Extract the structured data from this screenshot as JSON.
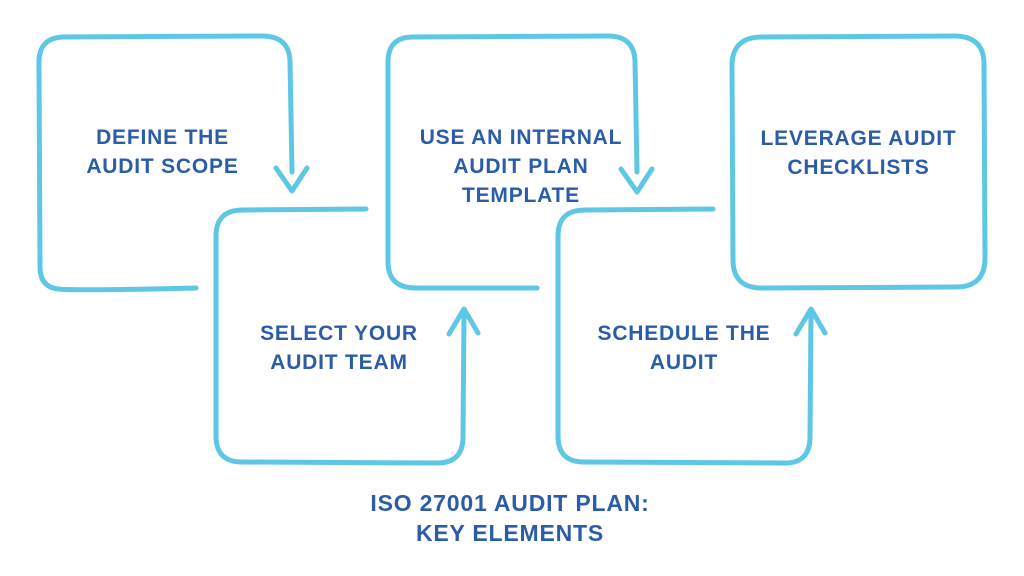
{
  "diagram": {
    "title": "ISO 27001 AUDIT PLAN:\nKEY ELEMENTS",
    "steps": [
      {
        "order": 1,
        "label": "DEFINE THE\nAUDIT SCOPE"
      },
      {
        "order": 2,
        "label": "SELECT YOUR\nAUDIT TEAM"
      },
      {
        "order": 3,
        "label": "USE AN INTERNAL\nAUDIT PLAN\nTEMPLATE"
      },
      {
        "order": 4,
        "label": "SCHEDULE THE\nAUDIT"
      },
      {
        "order": 5,
        "label": "LEVERAGE AUDIT\nCHECKLISTS"
      }
    ],
    "connections": [
      {
        "from": 1,
        "to": 2,
        "direction": "down"
      },
      {
        "from": 2,
        "to": 3,
        "direction": "up"
      },
      {
        "from": 3,
        "to": 4,
        "direction": "down"
      },
      {
        "from": 4,
        "to": 5,
        "direction": "up"
      }
    ],
    "colors": {
      "box_border": "#5EC7E6",
      "text": "#2A5CA8",
      "background": "#FFFFFF"
    }
  }
}
